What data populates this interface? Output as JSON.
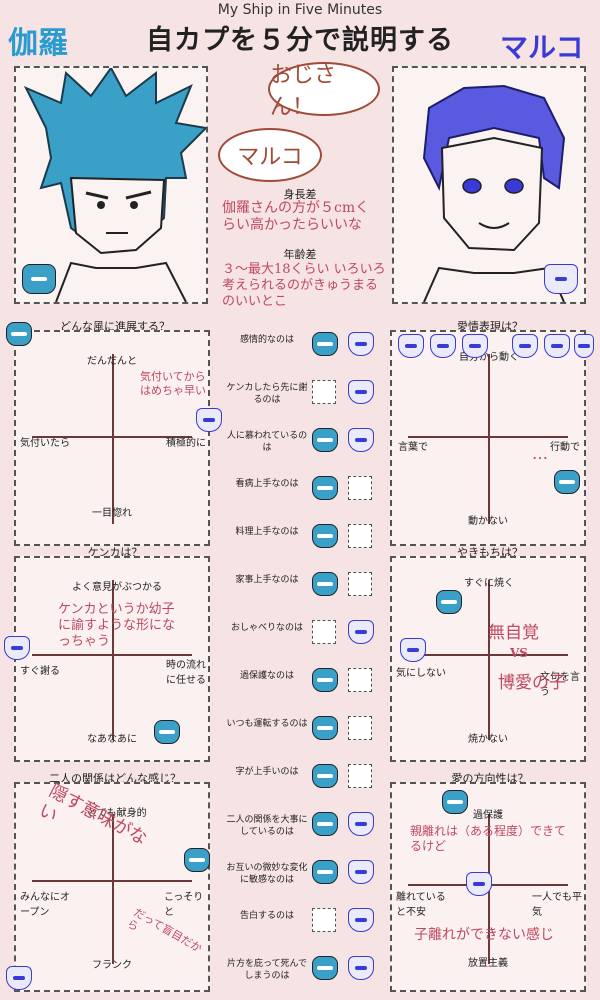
{
  "header": {
    "title_en": "My Ship in Five Minutes",
    "title_ja": "自カプを５分で説明する",
    "left_name": "伽羅",
    "right_name": "マルコ"
  },
  "bubbles": {
    "right_top": "おじさん！",
    "left_mid": "マルコ"
  },
  "center_top": {
    "height_label": "身長差",
    "height_note": "伽羅さんの方が５cmくらい高かったらいいな",
    "age_label": "年齢差",
    "age_note": "３〜最大18くらい いろいろ考えられるのがきゅうまるのいいとこ"
  },
  "charts": {
    "progress": {
      "title": "どんな風に進展する？",
      "top": "だんだんと",
      "bottom": "一目惚れ",
      "left": "気付いたら",
      "right": "積極的に",
      "note": "気付いてからはめちゃ早い"
    },
    "affection": {
      "title": "愛情表現は？",
      "top": "自分から動く",
      "bottom": "動かない",
      "left": "言葉で",
      "right": "行動で",
      "note": "…"
    },
    "fight": {
      "title": "ケンカは？",
      "top": "よく意見がぶつかる",
      "bottom": "なあなあに",
      "left": "すぐ謝る",
      "right": "時の流れに任せる",
      "note": "ケンカというか幼子に諭すような形になっちゃう"
    },
    "jealousy": {
      "title": "やきもちは？",
      "top": "すぐに焼く",
      "bottom": "焼かない",
      "left": "気にしない",
      "right": "文句を言う",
      "note1": "無自覚",
      "note2": "VS",
      "note3": "博愛の子"
    },
    "relationship": {
      "title": "二人の関係はどんな感じ？",
      "top": "とても献身的",
      "bottom": "フランク",
      "left": "みんなにオープン",
      "right": "こっそりと",
      "note1": "隠す意味がない",
      "note2": "だって盲目だから"
    },
    "love_dir": {
      "title": "愛の方向性は？",
      "top": "過保護",
      "bottom": "放置主義",
      "left": "離れていると不安",
      "right": "一人でも平気",
      "note1": "親離れは（ある程度）できてるけど",
      "note2": "子離れができない感じ"
    }
  },
  "questions": [
    {
      "label": "感情的なのは",
      "tiger": true,
      "wolf": true
    },
    {
      "label": "ケンカしたら先に謝るのは",
      "tiger": false,
      "wolf": true
    },
    {
      "label": "人に慕われているのは",
      "tiger": true,
      "wolf": true
    },
    {
      "label": "看病上手なのは",
      "tiger": true,
      "wolf": false
    },
    {
      "label": "料理上手なのは",
      "tiger": true,
      "wolf": false
    },
    {
      "label": "家事上手なのは",
      "tiger": true,
      "wolf": false
    },
    {
      "label": "おしゃべりなのは",
      "tiger": false,
      "wolf": true
    },
    {
      "label": "過保護なのは",
      "tiger": true,
      "wolf": false
    },
    {
      "label": "いつも運転するのは",
      "tiger": true,
      "wolf": false
    },
    {
      "label": "字が上手いのは",
      "tiger": true,
      "wolf": false
    },
    {
      "label": "二人の関係を大事にしているのは",
      "tiger": true,
      "wolf": true
    },
    {
      "label": "お互いの微妙な変化に敏感なのは",
      "tiger": true,
      "wolf": true
    },
    {
      "label": "告白するのは",
      "tiger": false,
      "wolf": true
    },
    {
      "label": "片方を庇って死んでしまうのは",
      "tiger": true,
      "wolf": true
    }
  ],
  "colors": {
    "background": "#f6e4e4",
    "tiger_blue": "#3aa0c8",
    "wolf_purple": "#3a3ad6",
    "handwriting": "#c0485e"
  }
}
